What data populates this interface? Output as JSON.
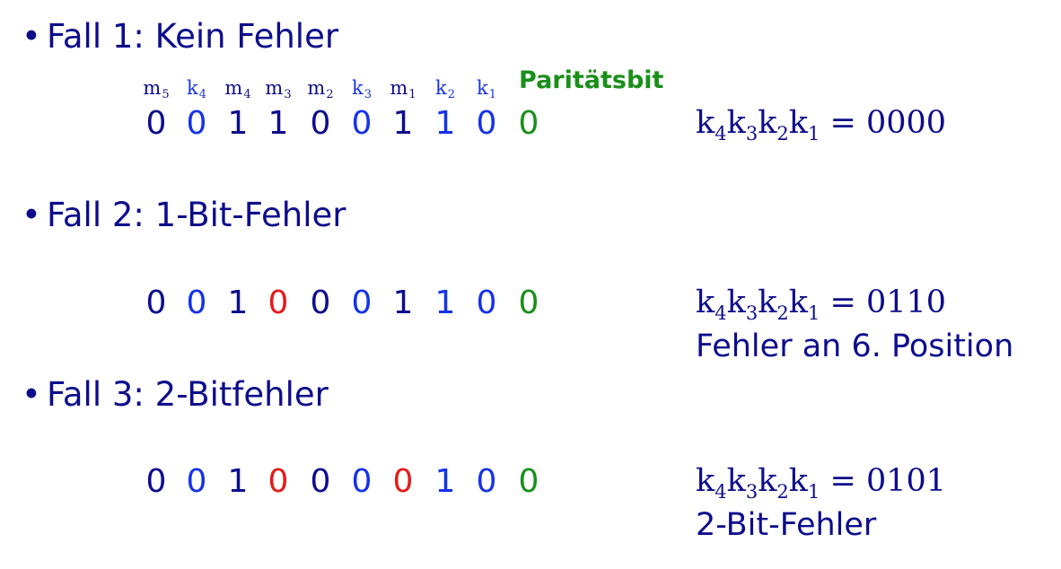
{
  "colors": {
    "text": "#0d0d8c",
    "message_bit": "#0d0d8c",
    "check_bit": "#1533e8",
    "parity_bit": "#1a8f1a",
    "error_bit": "#e41b1b"
  },
  "bit_labels": [
    {
      "letter": "m",
      "index": "5",
      "kind": "message"
    },
    {
      "letter": "k",
      "index": "4",
      "kind": "check"
    },
    {
      "letter": "m",
      "index": "4",
      "kind": "message"
    },
    {
      "letter": "m",
      "index": "3",
      "kind": "message"
    },
    {
      "letter": "m",
      "index": "2",
      "kind": "message"
    },
    {
      "letter": "k",
      "index": "3",
      "kind": "check"
    },
    {
      "letter": "m",
      "index": "1",
      "kind": "message"
    },
    {
      "letter": "k",
      "index": "2",
      "kind": "check"
    },
    {
      "letter": "k",
      "index": "1",
      "kind": "check"
    }
  ],
  "parity_label": "Paritätsbit",
  "bullet": "•",
  "cases": [
    {
      "heading": "Fall 1: Kein Fehler",
      "bits": [
        {
          "value": "0",
          "kind": "message"
        },
        {
          "value": "0",
          "kind": "check"
        },
        {
          "value": "1",
          "kind": "message"
        },
        {
          "value": "1",
          "kind": "message"
        },
        {
          "value": "0",
          "kind": "message"
        },
        {
          "value": "0",
          "kind": "check"
        },
        {
          "value": "1",
          "kind": "message"
        },
        {
          "value": "1",
          "kind": "check"
        },
        {
          "value": "0",
          "kind": "check"
        },
        {
          "value": "0",
          "kind": "parity"
        }
      ],
      "syndrome_value": "0000",
      "note": ""
    },
    {
      "heading": "Fall 2: 1-Bit-Fehler",
      "bits": [
        {
          "value": "0",
          "kind": "message"
        },
        {
          "value": "0",
          "kind": "check"
        },
        {
          "value": "1",
          "kind": "message"
        },
        {
          "value": "0",
          "kind": "error"
        },
        {
          "value": "0",
          "kind": "message"
        },
        {
          "value": "0",
          "kind": "check"
        },
        {
          "value": "1",
          "kind": "message"
        },
        {
          "value": "1",
          "kind": "check"
        },
        {
          "value": "0",
          "kind": "check"
        },
        {
          "value": "0",
          "kind": "parity"
        }
      ],
      "syndrome_value": "0110",
      "note": "Fehler an 6. Position"
    },
    {
      "heading": "Fall 3: 2-Bitfehler",
      "bits": [
        {
          "value": "0",
          "kind": "message"
        },
        {
          "value": "0",
          "kind": "check"
        },
        {
          "value": "1",
          "kind": "message"
        },
        {
          "value": "0",
          "kind": "error"
        },
        {
          "value": "0",
          "kind": "message"
        },
        {
          "value": "0",
          "kind": "check"
        },
        {
          "value": "0",
          "kind": "error"
        },
        {
          "value": "1",
          "kind": "check"
        },
        {
          "value": "0",
          "kind": "check"
        },
        {
          "value": "0",
          "kind": "parity"
        }
      ],
      "syndrome_value": "0101",
      "note": "2-Bit-Fehler"
    }
  ],
  "syndrome_lhs": [
    {
      "letter": "k",
      "index": "4"
    },
    {
      "letter": "k",
      "index": "3"
    },
    {
      "letter": "k",
      "index": "2"
    },
    {
      "letter": "k",
      "index": "1"
    }
  ],
  "syndrome_equals": " = "
}
